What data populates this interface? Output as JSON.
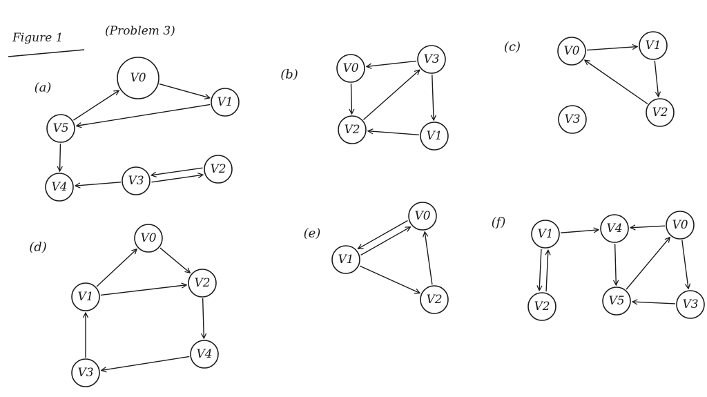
{
  "figure": {
    "title": "Figure 1",
    "subtitle": "(Problem 3)"
  },
  "graphs": [
    {
      "id": "a",
      "label": "(a)",
      "nodes": [
        "V0",
        "V1",
        "V2",
        "V3",
        "V4",
        "V5"
      ],
      "edges": [
        [
          "V0",
          "V1"
        ],
        [
          "V1",
          "V5"
        ],
        [
          "V5",
          "V0"
        ],
        [
          "V5",
          "V4"
        ],
        [
          "V3",
          "V4"
        ],
        [
          "V3",
          "V2"
        ],
        [
          "V2",
          "V3"
        ]
      ]
    },
    {
      "id": "b",
      "label": "(b)",
      "nodes": [
        "V0",
        "V1",
        "V2",
        "V3"
      ],
      "edges": [
        [
          "V3",
          "V0"
        ],
        [
          "V0",
          "V2"
        ],
        [
          "V2",
          "V3"
        ],
        [
          "V3",
          "V1"
        ],
        [
          "V1",
          "V2"
        ]
      ]
    },
    {
      "id": "c",
      "label": "(c)",
      "nodes": [
        "V0",
        "V1",
        "V2",
        "V3"
      ],
      "edges": [
        [
          "V0",
          "V1"
        ],
        [
          "V1",
          "V2"
        ],
        [
          "V2",
          "V0"
        ]
      ]
    },
    {
      "id": "d",
      "label": "(d)",
      "nodes": [
        "V0",
        "V1",
        "V2",
        "V3",
        "V4"
      ],
      "edges": [
        [
          "V1",
          "V0"
        ],
        [
          "V0",
          "V2"
        ],
        [
          "V1",
          "V2"
        ],
        [
          "V2",
          "V4"
        ],
        [
          "V4",
          "V3"
        ],
        [
          "V3",
          "V1"
        ]
      ]
    },
    {
      "id": "e",
      "label": "(e)",
      "nodes": [
        "V0",
        "V1",
        "V2"
      ],
      "edges": [
        [
          "V0",
          "V1"
        ],
        [
          "V1",
          "V0"
        ],
        [
          "V1",
          "V2"
        ],
        [
          "V2",
          "V0"
        ]
      ]
    },
    {
      "id": "f",
      "label": "(f)",
      "nodes": [
        "V0",
        "V1",
        "V2",
        "V3",
        "V4",
        "V5"
      ],
      "edges": [
        [
          "V1",
          "V4"
        ],
        [
          "V0",
          "V4"
        ],
        [
          "V4",
          "V5"
        ],
        [
          "V5",
          "V0"
        ],
        [
          "V0",
          "V3"
        ],
        [
          "V3",
          "V5"
        ],
        [
          "V1",
          "V2"
        ],
        [
          "V2",
          "V1"
        ]
      ]
    }
  ]
}
